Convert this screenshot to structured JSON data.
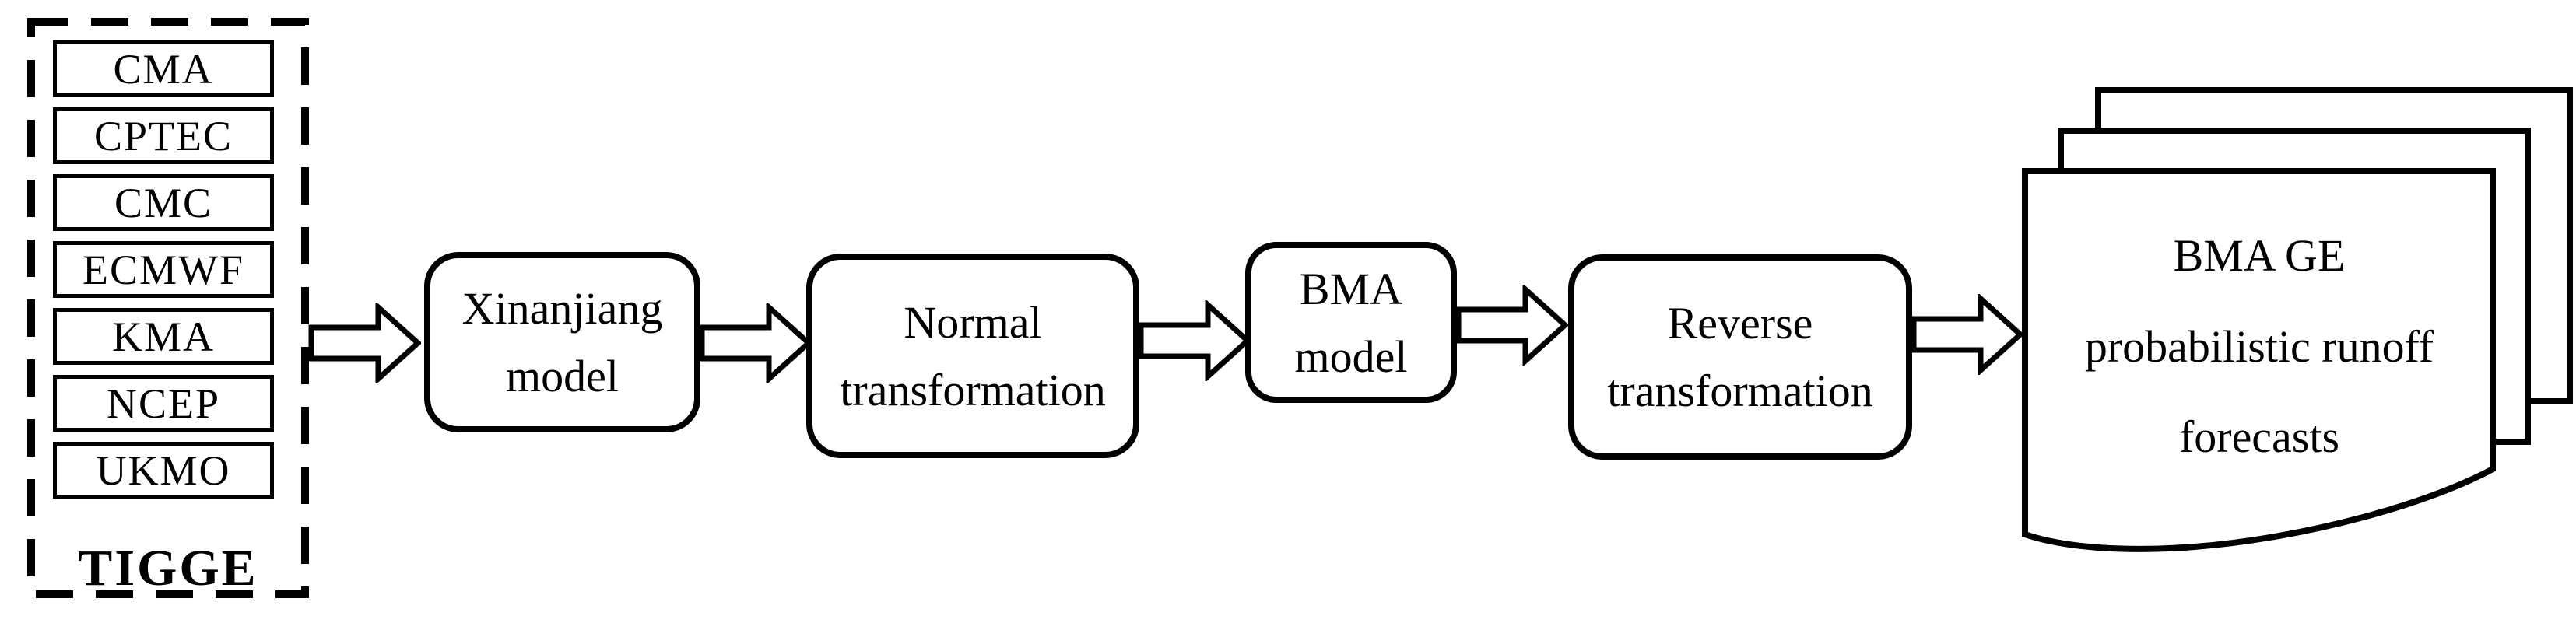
{
  "figure": {
    "background_color": "#ffffff",
    "ink_color": "#000000",
    "tigge_group": {
      "label": "TIGGE",
      "members": [
        "CMA",
        "CPTEC",
        "CMC",
        "ECMWF",
        "KMA",
        "NCEP",
        "UKMO"
      ]
    },
    "steps": [
      {
        "id": "xinanjiang",
        "line1": "Xinanjiang",
        "line2": "model"
      },
      {
        "id": "normal",
        "line1": "Normal",
        "line2": "transformation"
      },
      {
        "id": "bma",
        "line1": "BMA",
        "line2": "model"
      },
      {
        "id": "reverse",
        "line1": "Reverse",
        "line2": "transformation"
      }
    ],
    "output": {
      "line1": "BMA GE",
      "line2": "probabilistic runoff",
      "line3": "forecasts"
    }
  }
}
